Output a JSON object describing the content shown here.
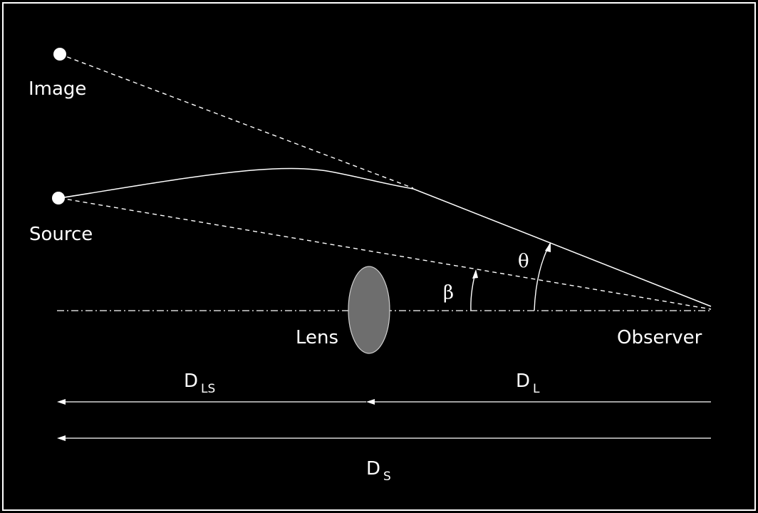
{
  "labels": {
    "image": "Image",
    "source": "Source",
    "lens": "Lens",
    "observer": "Observer",
    "beta": "β",
    "theta": "θ"
  },
  "distances": {
    "d_ls": {
      "main": "D",
      "sub": "LS"
    },
    "d_l": {
      "main": "D",
      "sub": "L"
    },
    "d_s": {
      "main": "D",
      "sub": "S"
    }
  },
  "colors": {
    "background": "#000000",
    "lines": "#ffffff",
    "lens_fill": "#6e6e6e",
    "lens_stroke": "#cfcfcf"
  }
}
